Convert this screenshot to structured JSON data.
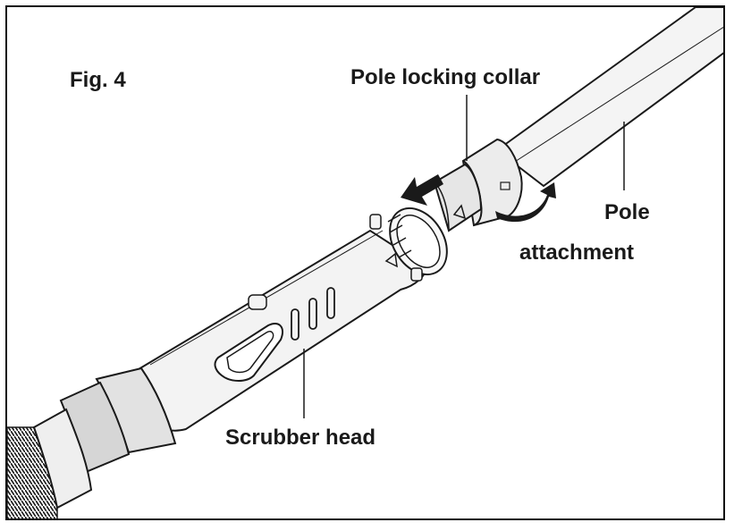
{
  "figure": {
    "title": "Fig. 4",
    "labels": {
      "collar": "Pole locking collar",
      "pole_line1": "Pole",
      "pole_line2": "attachment",
      "scrubber": "Scrubber head"
    },
    "colors": {
      "stroke": "#1a1a1a",
      "fill_light": "#f2f2f2",
      "fill_mid": "#dcdcdc",
      "fill_dark": "#bdbdbd",
      "arrow": "#1a1a1a"
    }
  }
}
